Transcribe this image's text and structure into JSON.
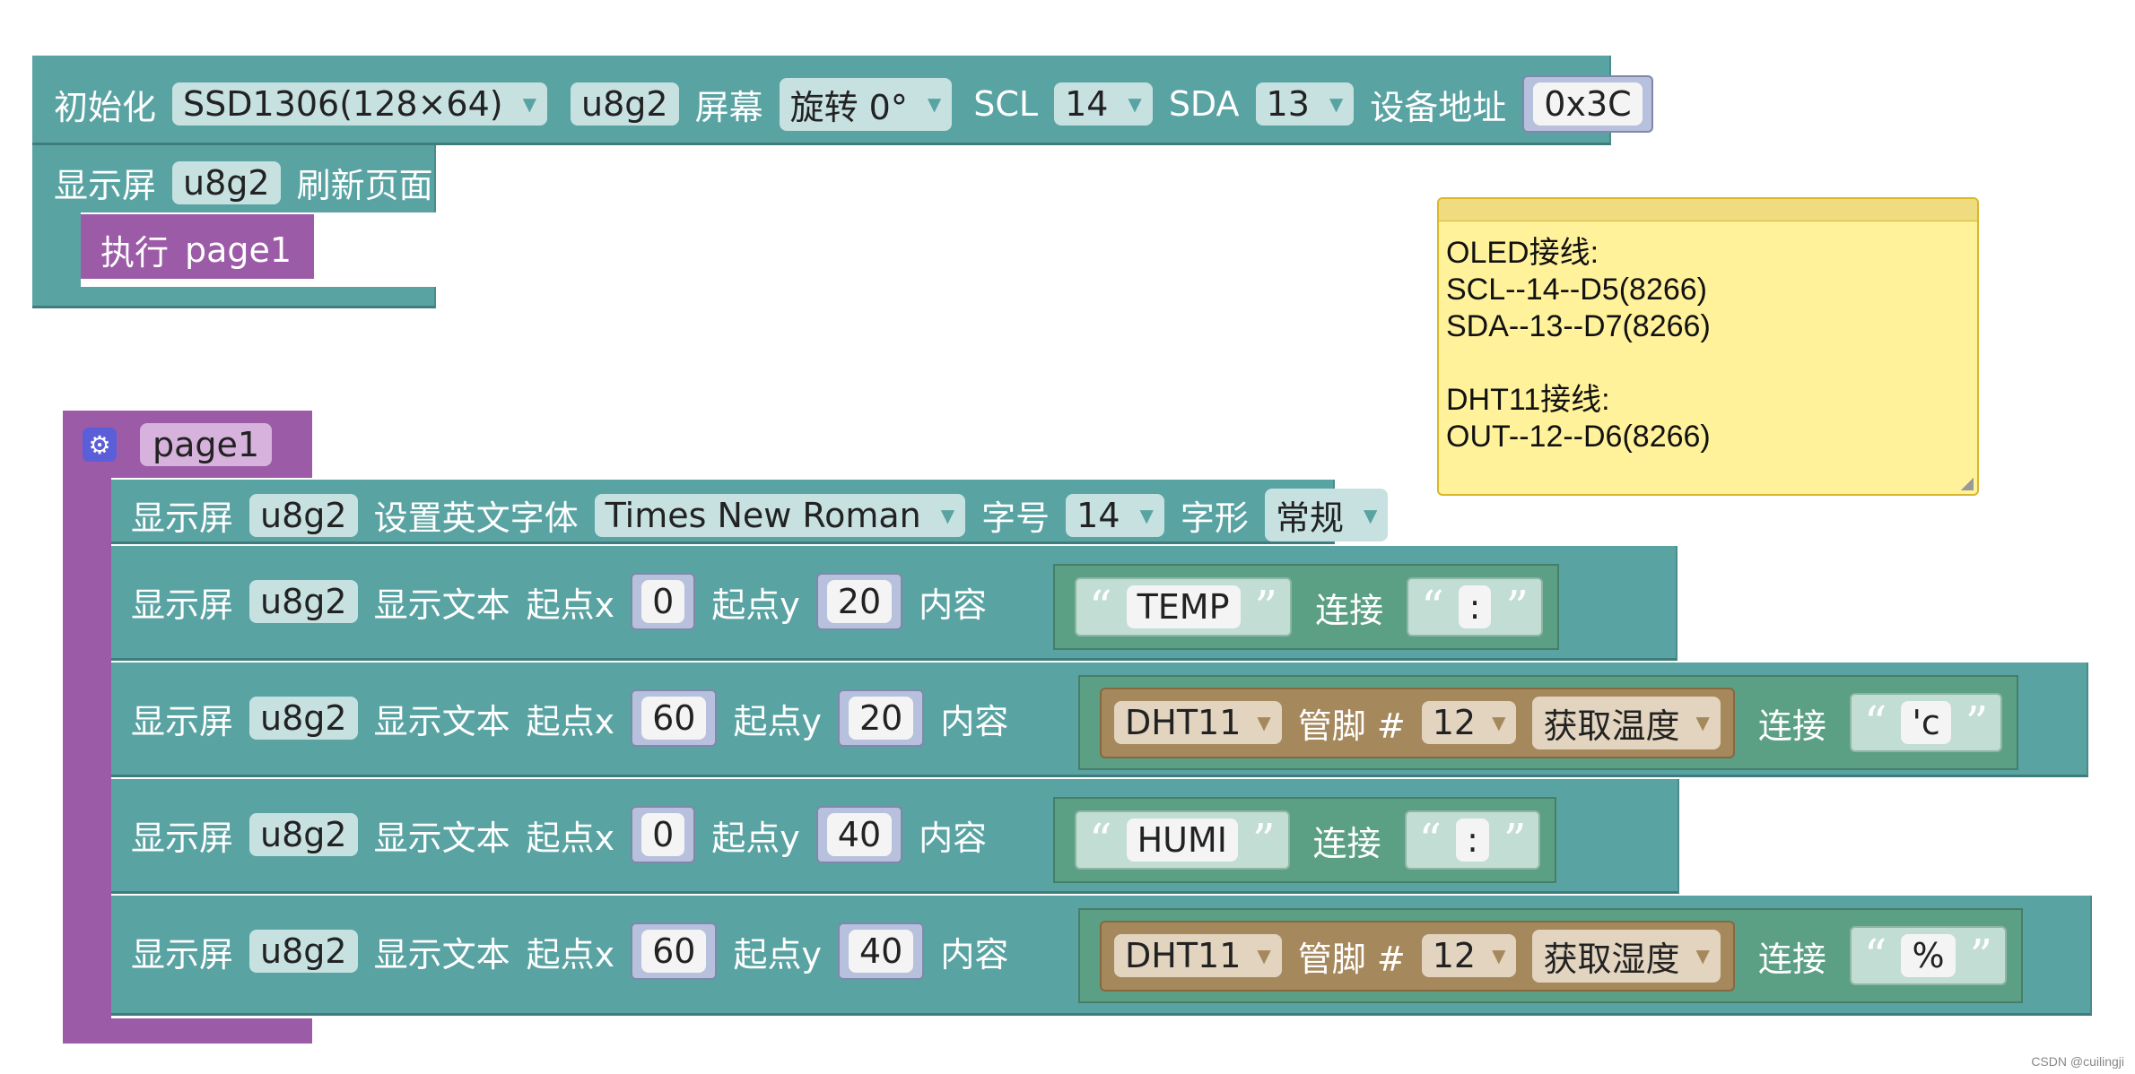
{
  "init": {
    "label": "初始化",
    "model": "SSD1306(128×64)",
    "lib": "u8g2",
    "screen_label": "屏幕",
    "rotation": "旋转 0°",
    "scl_label": "SCL",
    "scl": "14",
    "sda_label": "SDA",
    "sda": "13",
    "addr_label": "设备地址",
    "addr": "0x3C"
  },
  "refresh": {
    "label": "显示屏",
    "lib": "u8g2",
    "action": "刷新页面",
    "exec_label": "执行",
    "exec_page": "page1"
  },
  "note": {
    "text": "OLED接线:\nSCL--14--D5(8266)\nSDA--13--D7(8266)\n\nDHT11接线:\nOUT--12--D6(8266)"
  },
  "page1": {
    "icon": "gear-icon",
    "name": "page1",
    "font_row": {
      "label": "显示屏",
      "lib": "u8g2",
      "action": "设置英文字体",
      "font": "Times New Roman",
      "size_label": "字号",
      "size": "14",
      "style_label": "字形",
      "style": "常规"
    },
    "text_rows": [
      {
        "label": "显示屏",
        "lib": "u8g2",
        "action": "显示文本",
        "x_label": "起点x",
        "x": "0",
        "y_label": "起点y",
        "y": "20",
        "content_label": "内容",
        "first": "TEMP",
        "join_label": "连接",
        "second": ":"
      },
      {
        "label": "显示屏",
        "lib": "u8g2",
        "action": "显示文本",
        "x_label": "起点x",
        "x": "60",
        "y_label": "起点y",
        "y": "20",
        "content_label": "内容",
        "sensor": "DHT11",
        "pin_label": "管脚 #",
        "pin": "12",
        "reading": "获取温度",
        "join_label": "连接",
        "second": "'c"
      },
      {
        "label": "显示屏",
        "lib": "u8g2",
        "action": "显示文本",
        "x_label": "起点x",
        "x": "0",
        "y_label": "起点y",
        "y": "40",
        "content_label": "内容",
        "first": "HUMI",
        "join_label": "连接",
        "second": ":"
      },
      {
        "label": "显示屏",
        "lib": "u8g2",
        "action": "显示文本",
        "x_label": "起点x",
        "x": "60",
        "y_label": "起点y",
        "y": "40",
        "content_label": "内容",
        "sensor": "DHT11",
        "pin_label": "管脚 #",
        "pin": "12",
        "reading": "获取湿度",
        "join_label": "连接",
        "second": "%"
      }
    ]
  },
  "watermark": "CSDN @cuilingji",
  "colors": {
    "block_teal": "#5aa3a3",
    "procedure_purple": "#9c5ba6",
    "text_green": "#5b9f85",
    "sensor_brown": "#a6885d",
    "comment_yellow": "#fff29b"
  }
}
